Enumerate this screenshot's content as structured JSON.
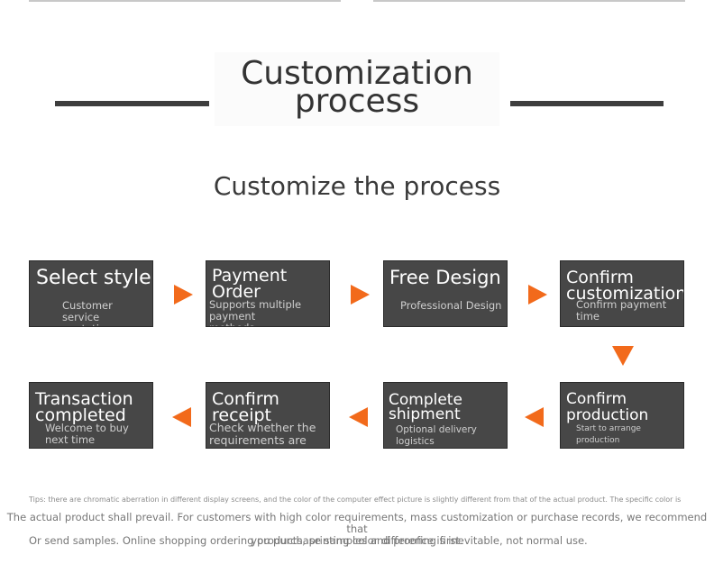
{
  "header": {
    "title": "Customization\nprocess",
    "subtitle": "Customize the process"
  },
  "steps": [
    {
      "title": "Select style",
      "desc": "Customer service\nquotation"
    },
    {
      "title": "Payment Order",
      "desc": "Supports multiple payment\nmethods"
    },
    {
      "title": "Free Design",
      "desc": "Professional Design"
    },
    {
      "title": "Confirm\ncustomization",
      "desc": "Confirm payment\ntime"
    },
    {
      "title": "Confirm\nproduction",
      "desc": "Start to arrange production"
    },
    {
      "title": "Complete\nshipment",
      "desc": "Optional delivery logistics"
    },
    {
      "title": "Confirm receipt",
      "desc": "Check whether the\nrequirements are met"
    },
    {
      "title": "Transaction\ncompleted",
      "desc": "Welcome to buy\nnext time"
    }
  ],
  "colors": {
    "arrow": "#f26a1b",
    "step_box": "#474747",
    "divider": "#3e3e3e"
  },
  "footer": {
    "tips": "Tips: there are chromatic aberration in different display screens, and the color of the computer effect picture is slightly different from that of the actual product. The specific color is",
    "note1": "The actual product shall prevail. For customers with high color requirements, mass customization or purchase records, we recommend that\nyou purchase samples and proofing first.",
    "note2": "Or send samples. Online shopping ordering products, printing color difference is inevitable, not normal use."
  }
}
